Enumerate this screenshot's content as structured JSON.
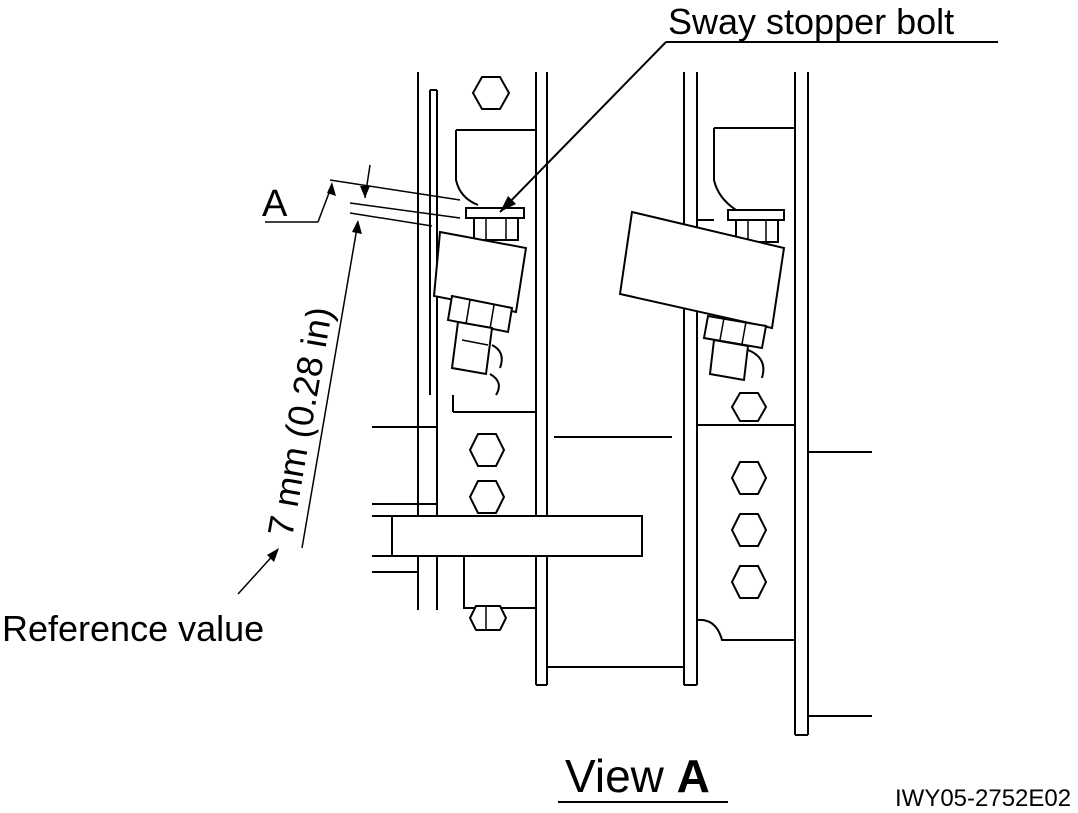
{
  "labels": {
    "part": "Sway stopper bolt",
    "dimension_letter": "A",
    "measurement": "7 mm (0.28 in)",
    "reference": "Reference value",
    "view_prefix": "View ",
    "view_letter": "A",
    "figure_code": "IWY05-2752E02"
  }
}
